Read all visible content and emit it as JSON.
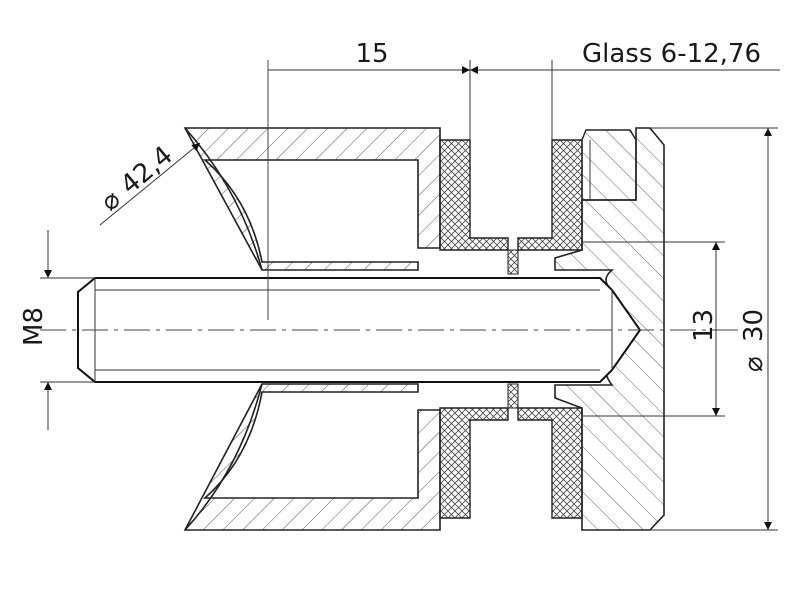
{
  "drawing": {
    "dim_width": "15",
    "glass_label": "Glass 6-12,76",
    "dim_diameter": "42,4",
    "diameter_symbol": "⌀",
    "thread": "M8",
    "dim_inner": "13",
    "dim_outer": "30"
  }
}
